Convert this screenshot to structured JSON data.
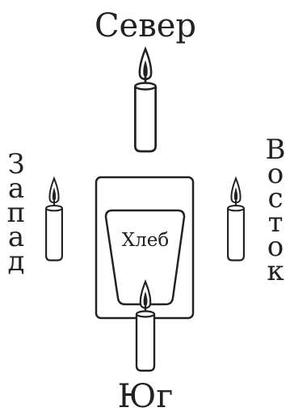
{
  "directions": {
    "north": "Север",
    "south": "Юг",
    "west": [
      "З",
      "а",
      "п",
      "а",
      "д"
    ],
    "east": [
      "В",
      "о",
      "с",
      "т",
      "о",
      "к"
    ]
  },
  "center": {
    "bread": "Хлеб"
  },
  "candles": [
    "north-candle",
    "west-candle",
    "east-candle",
    "south-candle"
  ],
  "colors": {
    "ink": "#222222",
    "fill": "#ffffff"
  }
}
